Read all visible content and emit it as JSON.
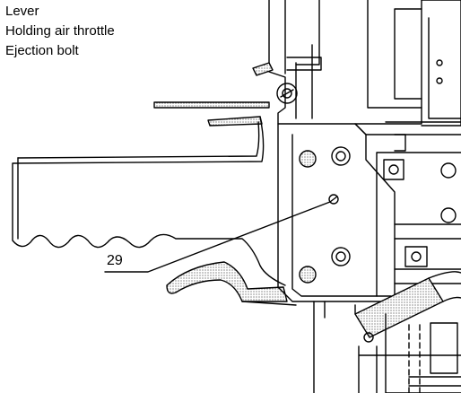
{
  "legend": {
    "items": [
      "Lever",
      "Holding air throttle",
      "Ejection bolt"
    ]
  },
  "callouts": {
    "part_29": "29"
  }
}
